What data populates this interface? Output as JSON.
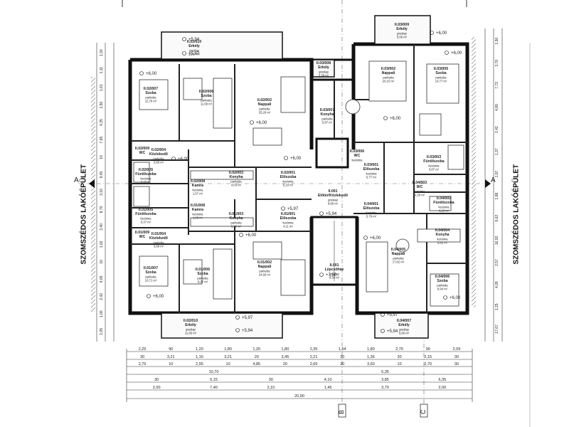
{
  "side_label_left": "SZOMSZÉDOS LAKÓÉPÜLET",
  "side_label_right": "SZOMSZÉDOS LAKÓÉPÜLET",
  "section_marks": {
    "a_left": "A",
    "a_right": "A",
    "b": "B",
    "c": "C"
  },
  "rooms": {
    "r_0201010": {
      "id": "II.01/010",
      "name": "Erkély",
      "floor": "greslap",
      "area": "11,67 m²"
    },
    "r_0202007": {
      "id": "II.02/007",
      "name": "Szoba",
      "floor": "parketta",
      "area": "12,76 m²"
    },
    "r_0202006": {
      "id": "II.02/006",
      "name": "Szoba",
      "floor": "parketta",
      "area": "11,69 m²"
    },
    "r_0202002": {
      "id": "II.02/002",
      "name": "Nappali",
      "floor": "parketta",
      "area": "25,29 m²"
    },
    "r_0203008": {
      "id": "II.03/008",
      "name": "Erkély",
      "floor": "greslap",
      "area": "3,38 m²"
    },
    "r_0203009": {
      "id": "II.03/009",
      "name": "Erkély",
      "floor": "greslap",
      "area": "5,66 m²"
    },
    "r_0203002": {
      "id": "II.03/002",
      "name": "Nappali",
      "floor": "parketta",
      "area": "20,15 m²"
    },
    "r_0203005": {
      "id": "II.03/005",
      "name": "Szoba",
      "floor": "parketta",
      "area": "14,77 m²"
    },
    "r_0203007": {
      "id": "II.03/007",
      "name": "Konyha",
      "floor": "parketta",
      "area": "5,87 m²"
    },
    "r_0202009": {
      "id": "II.02/009",
      "name": "WC",
      "floor": "",
      "area": ""
    },
    "r_0202004": {
      "id": "II.02/004",
      "name": "Közlekedő",
      "floor": "parketta",
      "area": "3,69 m²"
    },
    "r_0202003": {
      "id": "II.02/003",
      "name": "Konyha",
      "floor": "parketta",
      "area": "4,03 m²"
    },
    "r_0202005": {
      "id": "II.02/005",
      "name": "Fürdőszoba",
      "floor": "kerámia",
      "area": "5,37 m²"
    },
    "r_0202001": {
      "id": "II.02/001",
      "name": "Előszoba",
      "floor": "kerámia",
      "area": "5,10 m²"
    },
    "r_0202008": {
      "id": "II.02/008",
      "name": "Kamra",
      "floor": "kerámia",
      "area": "1,57 m²"
    },
    "r_0201008": {
      "id": "II.01/008",
      "name": "Kamra",
      "floor": "kerámia",
      "area": "1,68 m²"
    },
    "r_0201003": {
      "id": "II.01/003",
      "name": "Konyha",
      "floor": "parketta",
      "area": "5,09 m²"
    },
    "r_0201001": {
      "id": "II.01/001",
      "name": "Előszoba",
      "floor": "kerámia",
      "area": "4,11 m²"
    },
    "r_0201005": {
      "id": "II.01/005",
      "name": "Fürdőszoba",
      "floor": "kerámia",
      "area": "5,37 m²"
    },
    "r_0201009": {
      "id": "II.01/009",
      "name": "WC",
      "floor": "",
      "area": ""
    },
    "r_0201004": {
      "id": "II.01/004",
      "name": "Közlekedő",
      "floor": "parketta",
      "area": "3,69 m²"
    },
    "r_0201007": {
      "id": "II.01/007",
      "name": "Szoba",
      "floor": "parketta",
      "area": "10,71 m²"
    },
    "r_0201006": {
      "id": "II.01/006",
      "name": "Szoba",
      "floor": "parketta",
      "area": "9,07 m²"
    },
    "r_0201002": {
      "id": "II.01/002",
      "name": "Nappali",
      "floor": "parketta",
      "area": "24,66 m²"
    },
    "r_0201010b": {
      "id": "II.02/010",
      "name": "Erkély",
      "floor": "greslap",
      "area": "11,65 m²"
    },
    "r_lepcso": {
      "id": "II.001",
      "name": "Lépcsőház",
      "floor": "greslap",
      "area": "9,34 m²"
    },
    "r_elotér": {
      "id": "II.001",
      "name": "Előtér/Közlekedő",
      "floor": "greslap",
      "area": "9,89 m²"
    },
    "r_0203001": {
      "id": "II.03/001",
      "name": "Előszoba",
      "floor": "kerámia",
      "area": "5,77 m²"
    },
    "r_0203003": {
      "id": "II.03/003",
      "name": "Fürdőszoba",
      "floor": "kerámia",
      "area": "3,87 m²"
    },
    "r_0203006": {
      "id": "II.03/006",
      "name": "WC",
      "floor": "kerámia",
      "area": ""
    },
    "r_0204001": {
      "id": "II.04/001",
      "name": "Előszoba",
      "floor": "kerámia",
      "area": "5,79 m²"
    },
    "r_0204003": {
      "id": "II.04/003",
      "name": "WC",
      "floor": "kerámia",
      "area": "2,30 m²"
    },
    "r_0204002": {
      "id": "II.04/002",
      "name": "Fürdőszoba",
      "floor": "kerámia",
      "area": "4,23 m²"
    },
    "r_0204004": {
      "id": "II.04/004",
      "name": "Konyha",
      "floor": "kerámia",
      "area": "5,82 m²"
    },
    "r_0204005": {
      "id": "II.04/005",
      "name": "Nappali",
      "floor": "parketta",
      "area": "17,62 m²"
    },
    "r_0204006": {
      "id": "II.04/006",
      "name": "Szoba",
      "floor": "parketta",
      "area": "8,94 m²"
    },
    "r_0204007": {
      "id": "II.04/007",
      "name": "Erkély",
      "floor": "greslap",
      "area": "5,60 m²"
    }
  },
  "levels": [
    "+5,94",
    "+5,97",
    "+6,00",
    "+6,00",
    "+6,00",
    "+6,00",
    "+6,00",
    "+6,00",
    "+6,00",
    "+6,00",
    "+6,00",
    "+6,00",
    "+5,97",
    "+5,94",
    "+5,97",
    "+5,94",
    "+7,50",
    "+6,00",
    "+5,97",
    "+5,94"
  ],
  "dims": {
    "row1": [
      "2,25",
      "90",
      "1,20",
      "1,80",
      "1,20",
      "1,80",
      "2,35",
      "1,54",
      "1,80",
      "2,75",
      "90",
      "2,09"
    ],
    "row2": [
      "30",
      "3,21",
      "1,16",
      "3,21",
      "20",
      "3,45",
      "2,21",
      "30",
      "1,36",
      "30",
      "2,15",
      "30"
    ],
    "row3": [
      "2,75",
      "10",
      "2,95",
      "10",
      "4,85",
      "20",
      "2,65",
      "20",
      "3,60",
      "10",
      "2,70",
      "30"
    ],
    "row4": [
      "10,70",
      "6,35"
    ],
    "row5": [
      "30",
      "5,15",
      "30",
      "4,10",
      "3,85",
      "6,35"
    ],
    "row6": [
      "2,00",
      "7,40",
      "2,10",
      "1,45",
      "3,70",
      "2,00"
    ],
    "total": "20,90",
    "left": [
      "1,30",
      "1,11",
      "1,61",
      "1,50",
      "4,35",
      "7,65",
      "10",
      "9,45",
      "3,16",
      "8,70",
      "3,40",
      "1,02",
      "10",
      "4,65",
      "2,42",
      "1,00",
      "1,05"
    ],
    "right": [
      "1,90",
      "3,70",
      "7,72",
      "4,80",
      "2,42",
      "1,37",
      "1,97",
      "1,88",
      "9,62",
      "16,92",
      "2,57",
      "4,05",
      "1,25",
      "17,67"
    ]
  }
}
